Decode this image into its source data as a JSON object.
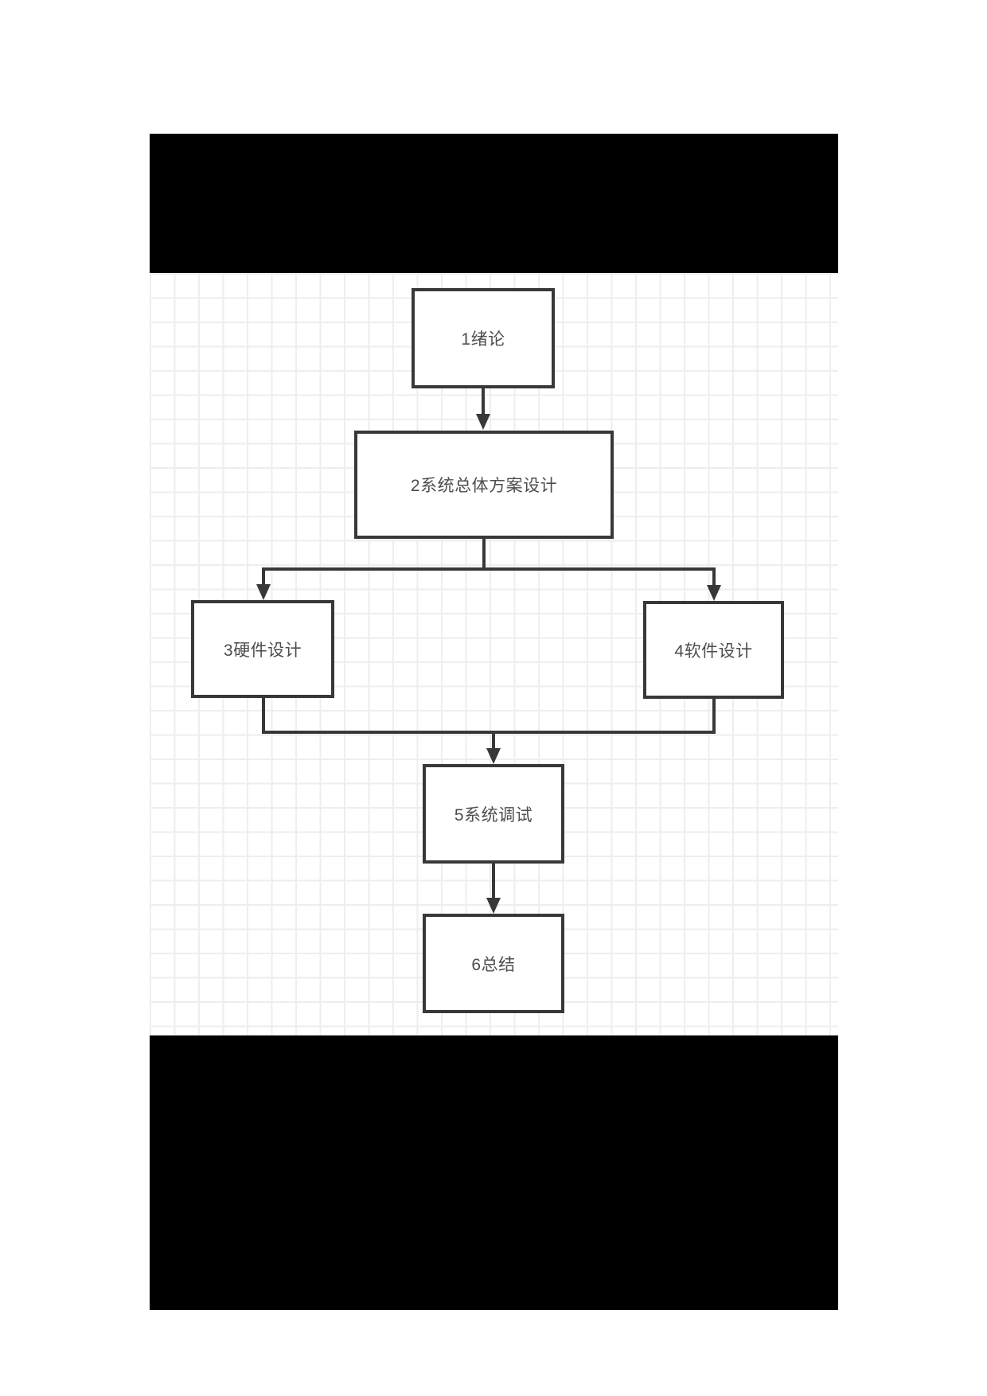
{
  "diagram": {
    "title": "",
    "nodes": [
      {
        "id": "n1",
        "label": "1绪论"
      },
      {
        "id": "n2",
        "label": "2系统总体方案设计"
      },
      {
        "id": "n3",
        "label": "3硬件设计"
      },
      {
        "id": "n4",
        "label": "4软件设计"
      },
      {
        "id": "n5",
        "label": "5系统调试"
      },
      {
        "id": "n6",
        "label": "6总结"
      }
    ],
    "edges": [
      {
        "from": "1绪论",
        "to": "2系统总体方案设计"
      },
      {
        "from": "2系统总体方案设计",
        "to": "3硬件设计"
      },
      {
        "from": "2系统总体方案设计",
        "to": "4软件设计"
      },
      {
        "from": "3硬件设计",
        "to": "5系统调试"
      },
      {
        "from": "4软件设计",
        "to": "5系统调试"
      },
      {
        "from": "5系统调试",
        "to": "6总结"
      }
    ],
    "colors": {
      "node_border": "#383838",
      "connector": "#383838",
      "node_fill": "#ffffff",
      "node_text": "#4d4d4d",
      "grid_line": "#eeeeee",
      "redacted_bar": "#000000",
      "page_background": "#ffffff"
    }
  }
}
